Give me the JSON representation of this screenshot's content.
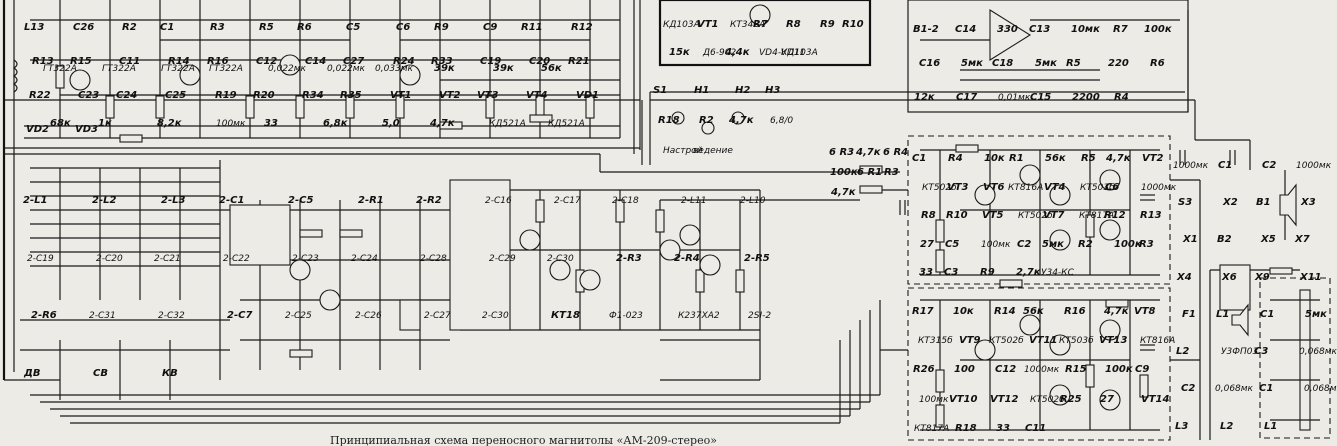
{
  "labels": {
    "rf_block": [
      "L13",
      "C26",
      "R2",
      "C1",
      "R3",
      "R5",
      "R6",
      "C5",
      "C6",
      "R9",
      "C9",
      "R11",
      "R12",
      "R13",
      "R15",
      "C11",
      "R14",
      "R16",
      "C12",
      "C14",
      "C27",
      "R24",
      "R33",
      "C19",
      "C20",
      "R21",
      "R22",
      "C23",
      "C24",
      "C25",
      "R19",
      "R20",
      "R34",
      "R35",
      "VT1",
      "VT2",
      "VT3",
      "VT4",
      "VD1",
      "VD2",
      "VD3"
    ],
    "rf_values": [
      "ГТ322А",
      "ГТ322А",
      "ГТ322А",
      "ГТ322А",
      "0,022мк",
      "0,022мк",
      "0,033мк",
      "39к",
      "39к",
      "56к",
      "68к",
      "1к",
      "8,2к",
      "100мк",
      "33",
      "6,8к",
      "5,0",
      "4,7к",
      "КД521А",
      "КД521А"
    ],
    "indicator": [
      "КД103А",
      "VT1",
      "КТ342А",
      "R7",
      "R8",
      "R9",
      "R10",
      "15к",
      "Д6-902",
      "4,4к",
      "VD4-VD11",
      "КД103А"
    ],
    "switch_block": [
      "S1",
      "H1",
      "H2",
      "H3",
      "R18",
      "R2",
      "4,7к",
      "6,8/0",
      "Настрой",
      "ведение"
    ],
    "preamp": [
      "B1-2",
      "C14",
      "330",
      "C13",
      "10мк",
      "R7",
      "100к",
      "C16",
      "5мк",
      "C18",
      "5мк",
      "R5",
      "220",
      "R6",
      "12к",
      "C17",
      "0,01мк",
      "C15",
      "2200",
      "R4"
    ],
    "fm_block": [
      "2-L1",
      "2-L2",
      "2-L3",
      "2-C1",
      "2-C5",
      "2-R1",
      "2-R2",
      "2-C16",
      "2-C17",
      "2-C18",
      "2-L11",
      "2-L10",
      "2-C19",
      "2-C20",
      "2-C21",
      "2-C22",
      "2-C23",
      "2-C24",
      "2-C28",
      "2-C29",
      "2-C30",
      "2-R3",
      "2-R4",
      "2-R5",
      "2-R6",
      "2-C31",
      "2-C32",
      "2-C7",
      "2-C25",
      "2-C26",
      "2-C27",
      "2-C30",
      "КТ18",
      "Ф1-023",
      "К237ХА2",
      "2SI-2",
      "ДВ",
      "СВ",
      "КВ"
    ],
    "amp_top": [
      "C1",
      "R4",
      "10к",
      "R1",
      "56к",
      "R5",
      "4,7к",
      "VT2",
      "КТ502б",
      "VT3",
      "VT6",
      "КТ816А",
      "VT4",
      "КТ503б",
      "C6",
      "1000мк",
      "R8",
      "R10",
      "VT5",
      "КТ502б",
      "VT7",
      "КТ817А",
      "R12",
      "R13",
      "27",
      "C5",
      "100мк",
      "C2",
      "5мк",
      "R2",
      "100к",
      "R3",
      "33",
      "C3",
      "R9",
      "2,7к",
      "У34-КС"
    ],
    "amp_bottom": [
      "R17",
      "10к",
      "R14",
      "56к",
      "R16",
      "4,7к",
      "VT8",
      "КТ315б",
      "VT9",
      "КТ502б",
      "VT11",
      "КТ503б",
      "VT13",
      "КТ816А",
      "R26",
      "100",
      "C12",
      "1000мк",
      "R15",
      "100к",
      "C9",
      "100мк",
      "VT10",
      "VT12",
      "КТ502б",
      "R25",
      "27",
      "VT14",
      "КТ817А",
      "R18",
      "33",
      "C11"
    ],
    "output": [
      "1000мк",
      "C1",
      "C2",
      "1000мк",
      "S3",
      "X2",
      "B1",
      "X3",
      "X1",
      "B2",
      "X5",
      "X7",
      "X4",
      "X6",
      "X9",
      "X11",
      "F1",
      "L1",
      "C1",
      "5мк",
      "L2",
      "У3ФП03",
      "C3",
      "0,068мк",
      "C2",
      "0,068мк",
      "C1",
      "0,068мк",
      "L3",
      "L2",
      "L1"
    ],
    "misc": [
      "6 R3",
      "4,7к",
      "6 R4",
      "100к",
      "6 R1",
      "R3",
      "4,7к"
    ]
  },
  "caption": "Принципиальная схема переносного магнитолы «АМ-209-стерео»"
}
